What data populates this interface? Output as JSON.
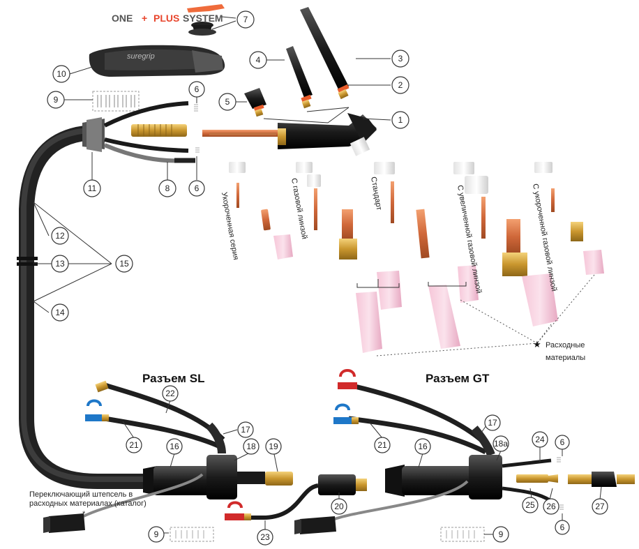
{
  "brand": {
    "one": "ONE",
    "plus_sign": "+",
    "plus": "PLUS",
    "system": "SYSTEM",
    "grip": "suregrip",
    "colors": {
      "dark": "#555555",
      "accent": "#e8452c"
    }
  },
  "callouts": {
    "c1": "1",
    "c2": "2",
    "c3": "3",
    "c4": "4",
    "c5": "5",
    "c6a": "6",
    "c6b": "6",
    "c6c": "6",
    "c6d": "6",
    "c7": "7",
    "c8": "8",
    "c9a": "9",
    "c9b": "9",
    "c9c": "9",
    "c10": "10",
    "c11": "11",
    "c12": "12",
    "c13": "13",
    "c14": "14",
    "c15": "15",
    "c16a": "16",
    "c16b": "16",
    "c17a": "17",
    "c17b": "17",
    "c18": "18",
    "c18a": "18a",
    "c19": "19",
    "c20": "20",
    "c21a": "21",
    "c21b": "21",
    "c22": "22",
    "c23": "23",
    "c24": "24",
    "c25": "25",
    "c26": "26",
    "c27": "27"
  },
  "series_labels": {
    "short": "Укороченная серия",
    "gas_lens": "С газовой линзой",
    "standard": "Стандарт",
    "large_gas_lens": "С увеличенной газовой линзой",
    "short_gas_lens": "С укороченной газовой линзой"
  },
  "consumables": {
    "star": "★",
    "line1": "Расходные",
    "line2": "материалы"
  },
  "connectors": {
    "sl": "Разъем SL",
    "gt": "Разъем GT"
  },
  "switch_note": {
    "line1": "Переключающий штепсель в",
    "line2": "расходных материалах (каталог)",
    "star": "*"
  }
}
